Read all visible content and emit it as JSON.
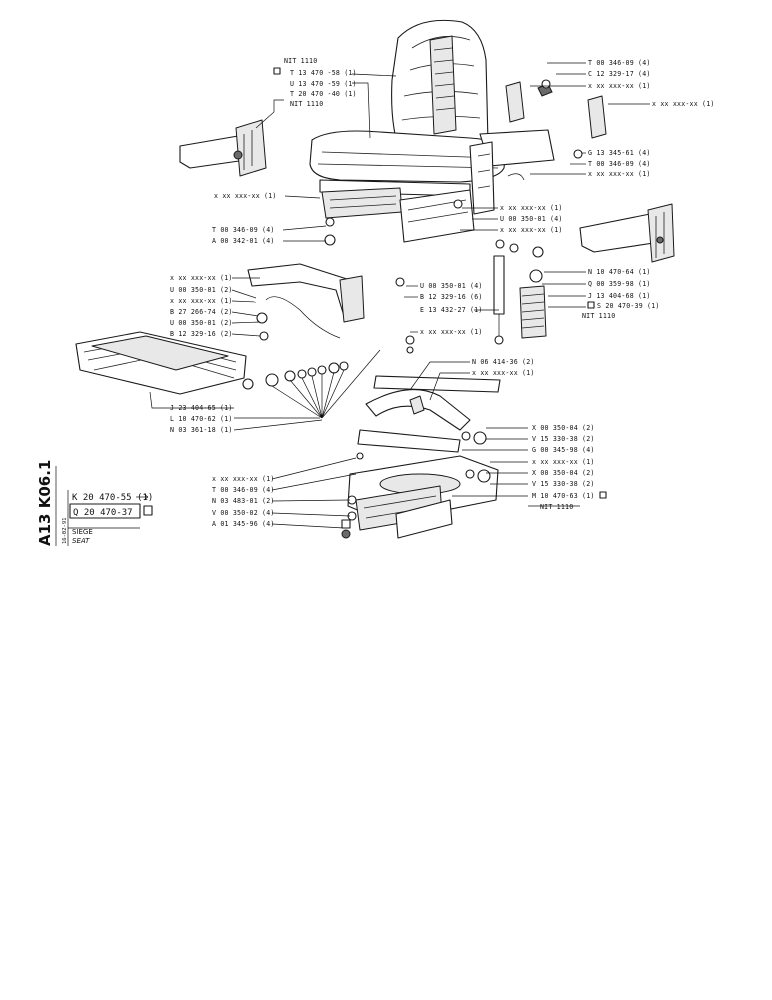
{
  "title_block": {
    "page_code": "A13 K06.1",
    "ref_main": "K 20 470-55 (1)",
    "ref_kit": "Q 20 470-37",
    "date": "16-02-91",
    "caption_fr": "SIEGE",
    "caption_en": "SEAT"
  },
  "callouts": {
    "c01": "NIT 1110",
    "c02": "T 13 470 -58 (1)",
    "c03": "U 13 470 -59 (1)",
    "c04": "T 20 470 -40 (1)",
    "c05": "NIT 1110",
    "c06": "x xx xxx-xx (1)",
    "c07": "T 00 346-09 (4)",
    "c08": "A 00 342-01 (4)",
    "c09": "x xx xxx-xx (1)",
    "c10": "U 00 350-01 (2)",
    "c11": "x xx xxx-xx (1)",
    "c12": "B 27 266-74 (2)",
    "c13": "U 00 350-01 (2)",
    "c14": "B 12 329-16 (2)",
    "c15": "J 23 404-65 (1)",
    "c16": "L 10 470-62 (1)",
    "c17": "N 03 361-18 (1)",
    "c18": "T 00 346-09 (4)",
    "c19": "C 12 329-17 (4)",
    "c20": "x xx xxx-xx (1)",
    "c21": "x xx xxx-xx (1)",
    "c22": "G 13 345-61 (4)",
    "c23": "T 00 346-09 (4)",
    "c24": "x xx xxx-xx (1)",
    "c25": "x xx xxx-xx (1)",
    "c26": "U 00 350-01 (4)",
    "c27": "x xx xxx-xx (1)",
    "c28": "N 10 470-64 (1)",
    "c29": "Q 00 359-98 (1)",
    "c30": "J 13 404-68 (1)",
    "c31": "S 20 470-39 (1)",
    "c32": "NIT 1110",
    "c33": "U 00 350-01 (4)",
    "c34": "B 12 329-16 (6)",
    "c35": "E 13 432-27 (1)",
    "c36": "x xx xxx-xx (1)",
    "c37": "N 06 414-36 (2)",
    "c38": "x xx xxx-xx (1)",
    "c39": "X 00 350-04 (2)",
    "c40": "V 15 330-38 (2)",
    "c41": "G 00 345-98 (4)",
    "c42": "x xx xxx-xx (1)",
    "c43": "X 00 350-04 (2)",
    "c44": "V 15 330-38 (2)",
    "c45": "M 10 470-63 (1)",
    "c46": "NIT 1110",
    "c47": "x xx xxx-xx (1)",
    "c48": "T 00 346-09 (4)",
    "c49": "N 03 483-01 (2)",
    "c50": "V 00 350-02 (4)",
    "c51": "A 01 345-96 (4)"
  }
}
